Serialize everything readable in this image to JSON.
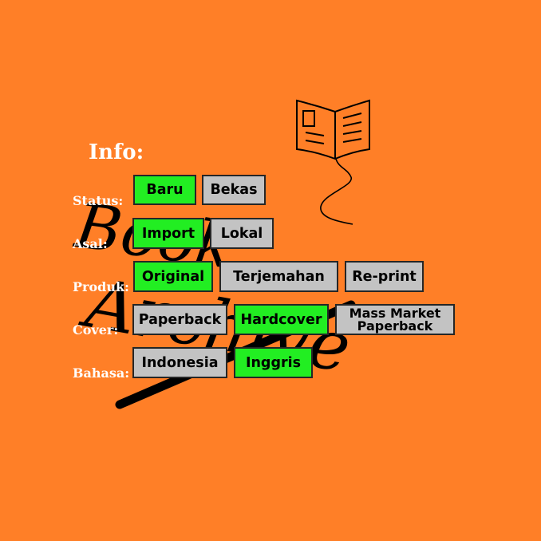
{
  "background": "#ff7f27",
  "colors": {
    "selected": "#22ee22",
    "unselected": "#c3c3c3",
    "label": "#ffffff",
    "ink": "#000000"
  },
  "logo": {
    "lines": [
      "Book",
      "Archive"
    ],
    "icon": "open-book-balloon-icon"
  },
  "info_title": "Info:",
  "rows": [
    {
      "id": "status",
      "label": "Status:",
      "options": [
        {
          "text": "Baru",
          "selected": true
        },
        {
          "text": "Bekas",
          "selected": false
        }
      ]
    },
    {
      "id": "asal",
      "label": "Asal:",
      "options": [
        {
          "text": "Import",
          "selected": true
        },
        {
          "text": "Lokal",
          "selected": false
        }
      ]
    },
    {
      "id": "produk",
      "label": "Produk:",
      "options": [
        {
          "text": "Original",
          "selected": true
        },
        {
          "text": "Terjemahan",
          "selected": false
        },
        {
          "text": "Re-print",
          "selected": false
        }
      ]
    },
    {
      "id": "cover",
      "label": "Cover:",
      "options": [
        {
          "text": "Paperback",
          "selected": false
        },
        {
          "text": "Hardcover",
          "selected": true
        },
        {
          "text_lines": [
            "Mass Market",
            "Paperback"
          ],
          "selected": false
        }
      ]
    },
    {
      "id": "bahasa",
      "label": "Bahasa:",
      "options": [
        {
          "text": "Indonesia",
          "selected": false
        },
        {
          "text": "Inggris",
          "selected": true
        }
      ]
    }
  ]
}
